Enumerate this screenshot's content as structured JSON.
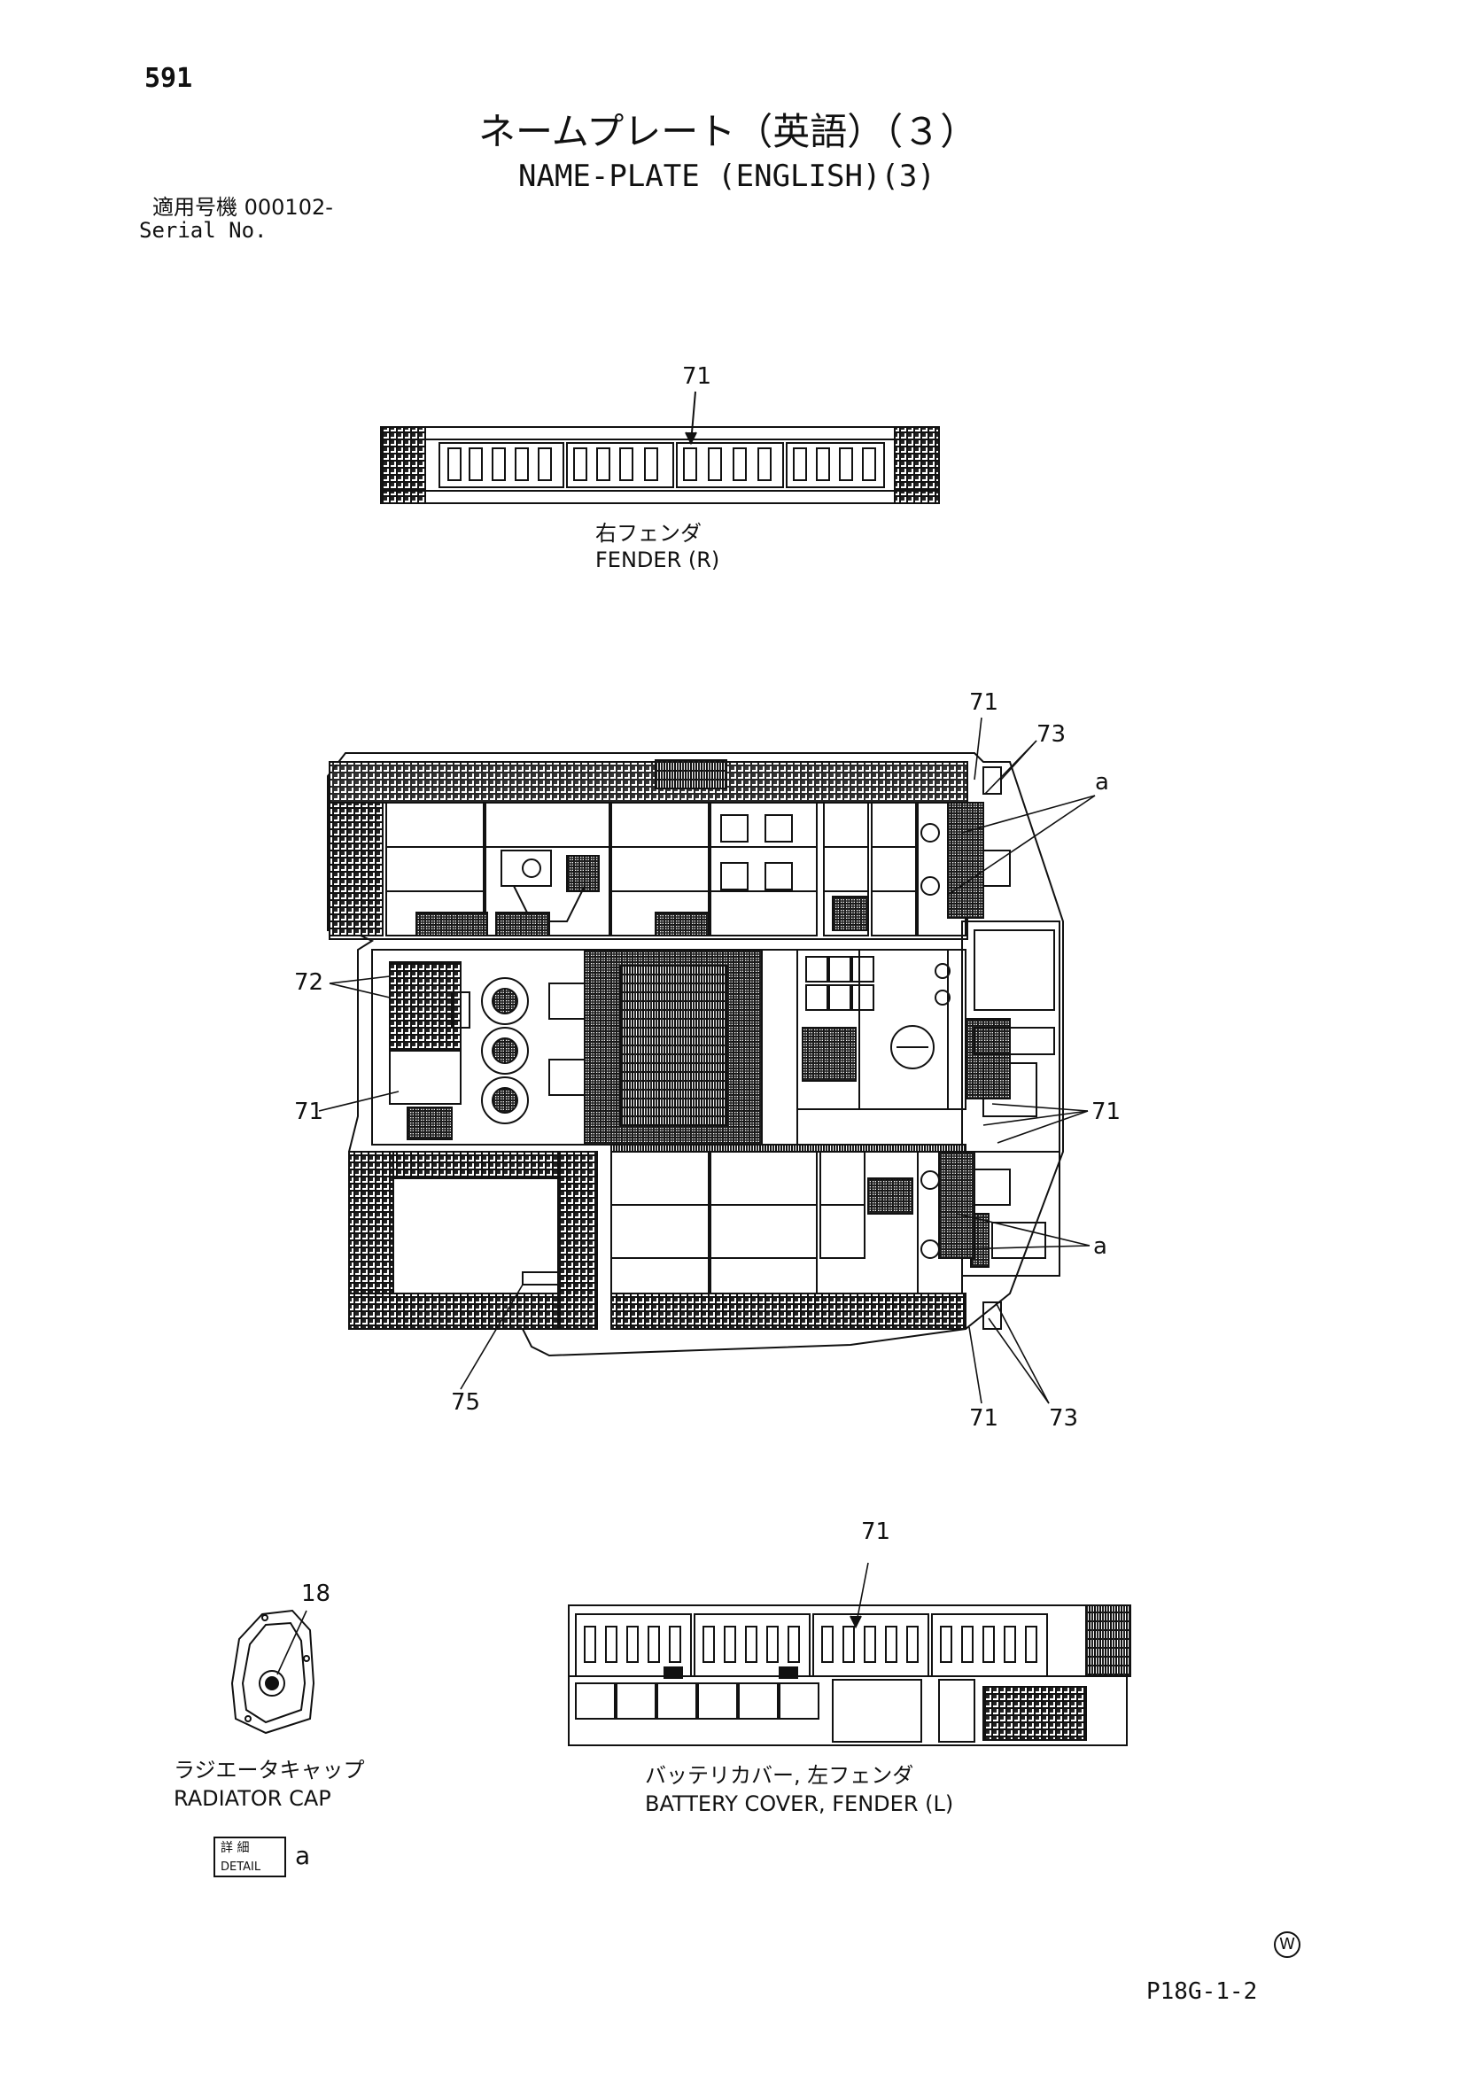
{
  "page": {
    "number": "591",
    "code": "P18G-1-2",
    "mark": "W"
  },
  "title": {
    "japanese": "ネームプレート（英語）（３）",
    "english": "NAME-PLATE (ENGLISH)(3)"
  },
  "serial": {
    "japanese": "適用号機 000102-",
    "english": "Serial No."
  },
  "views": {
    "fender_r": {
      "label_jp": "右フェンダ",
      "label_en": "FENDER (R)",
      "callout": "71"
    },
    "main": {
      "callouts": {
        "c71_top": "71",
        "c73_top": "73",
        "ca_top": "a",
        "c72": "72",
        "c71_left": "71",
        "c71_right": "71",
        "ca_bottom": "a",
        "c75": "75",
        "c71_bottom": "71",
        "c73_bottom": "73"
      }
    },
    "radiator": {
      "label_jp": "ラジエータキャップ",
      "label_en": "RADIATOR CAP",
      "callout": "18"
    },
    "battery": {
      "label_jp": "バッテリカバー, 左フェンダ",
      "label_en": "BATTERY COVER, FENDER (L)",
      "callout": "71"
    },
    "detail": {
      "label_jp": "詳 細",
      "label_en": "DETAIL",
      "letter": "a"
    }
  }
}
